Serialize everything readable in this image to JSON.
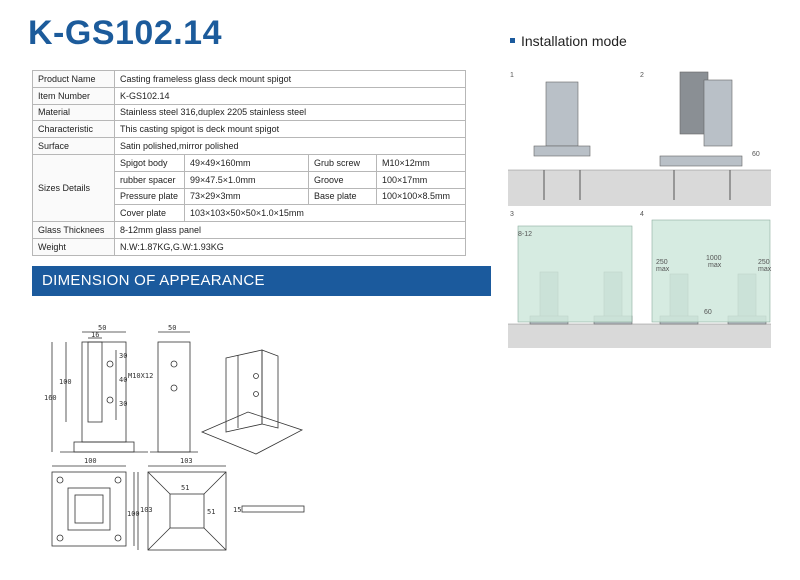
{
  "title": "K-GS102.14",
  "spec": {
    "product_name": {
      "label": "Product Name",
      "value": "Casting frameless glass deck mount spigot"
    },
    "item_number": {
      "label": "Item Number",
      "value": "K-GS102.14"
    },
    "material": {
      "label": "Material",
      "value": "Stainless steel 316,duplex 2205 stainless steel"
    },
    "characteristic": {
      "label": "Characteristic",
      "value": "This casting spigot is deck mount spigot"
    },
    "surface": {
      "label": "Surface",
      "value": "Satin polished,mirror polished"
    },
    "sizes": {
      "label": "Sizes Details",
      "rows": [
        {
          "k1": "Spigot body",
          "v1": "49×49×160mm",
          "k2": "Grub screw",
          "v2": "M10×12mm"
        },
        {
          "k1": "rubber spacer",
          "v1": "99×47.5×1.0mm",
          "k2": "Groove",
          "v2": "100×17mm"
        },
        {
          "k1": "Pressure plate",
          "v1": "73×29×3mm",
          "k2": "Base plate",
          "v2": "100×100×8.5mm"
        },
        {
          "k1": "Cover plate",
          "v1": "103×103×50×50×1.0×15mm",
          "k2": "",
          "v2": ""
        }
      ]
    },
    "glass": {
      "label": "Glass Thicknees",
      "value": "8-12mm glass panel"
    },
    "weight": {
      "label": "Weight",
      "value": "N.W:1.87KG,G.W:1.93KG"
    }
  },
  "dimension_banner": "DIMENSION OF APPEARANCE",
  "installation_heading": "Installation mode",
  "drawing_labels": {
    "w50a": "50",
    "w16": "16",
    "w50b": "50",
    "h160": "160",
    "h100": "100",
    "d30a": "30",
    "d40": "40",
    "d30b": "30",
    "screw": "M10X12",
    "base100": "100",
    "cover103": "103",
    "cover103v": "103",
    "inner51a": "51",
    "inner51b": "51",
    "plate15": "15",
    "base100v": "100"
  },
  "install_labels": {
    "step1": "1",
    "step2": "2",
    "step3": "3",
    "step4": "4",
    "h60a": "60",
    "gap": "8-12",
    "g250a": "250",
    "g250a_max": "max",
    "g1000": "1000",
    "g1000_max": "max",
    "g250b": "250",
    "g250b_max": "max",
    "h60b": "60"
  },
  "colors": {
    "brand_blue": "#1c5b9b",
    "banner_blue": "#1b5a9d",
    "glass_green": "#cfe8dc",
    "concrete": "#d9d9d9"
  }
}
